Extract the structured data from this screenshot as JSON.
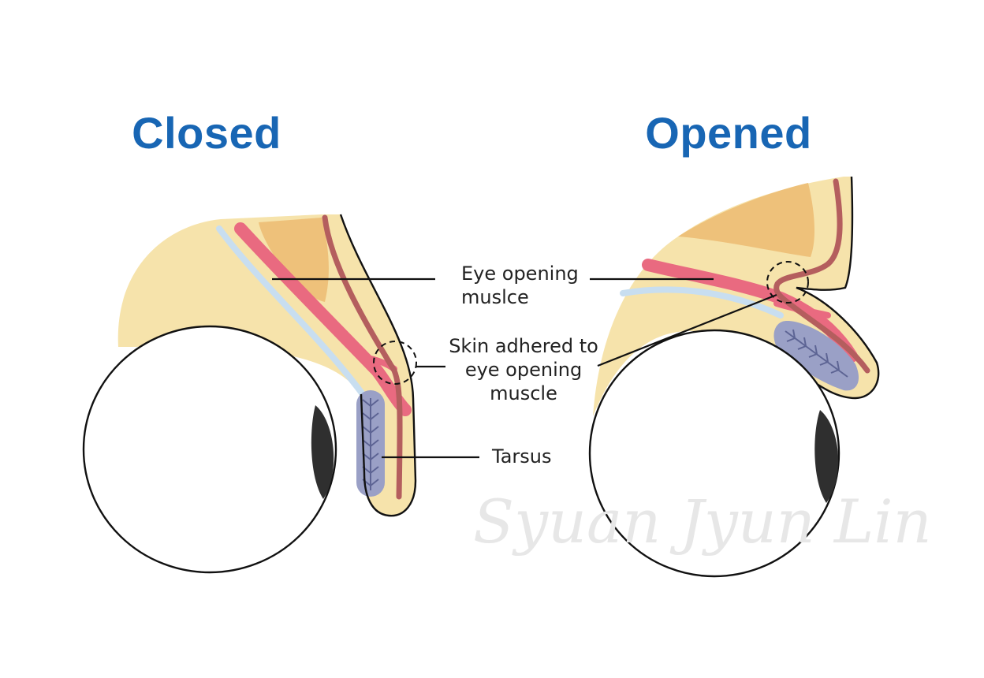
{
  "panels": {
    "closed": {
      "title": "Closed"
    },
    "opened": {
      "title": "Opened"
    }
  },
  "labels": {
    "eye_opening_muscle": [
      "Eye opening",
      "muslce"
    ],
    "skin_adhered": [
      "Skin adhered to",
      "eye opening",
      "muscle"
    ],
    "tarsus": "Tarsus"
  },
  "watermark": "Syuan Jyun Lin",
  "colors": {
    "title": "#1866b4",
    "skin": "#f6e3ab",
    "fat": "#eec17a",
    "muscle_pink": "#e96a80",
    "muscle_brown": "#b45e5e",
    "conjunctiva_blue": "#c8def0",
    "tarsus": "#9aa0c6",
    "pupil": "#2f2f2f"
  }
}
